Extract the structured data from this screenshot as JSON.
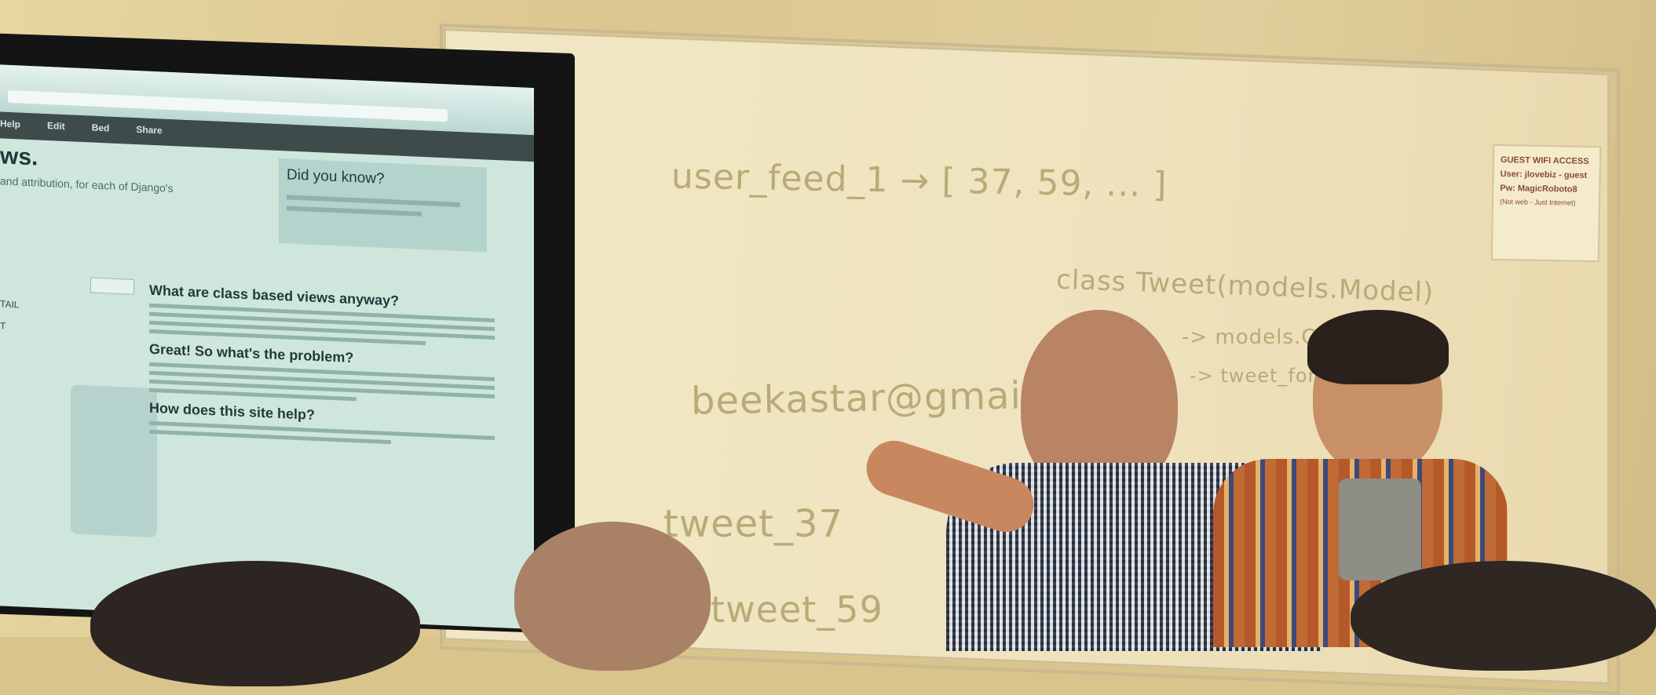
{
  "whiteboard": {
    "lines": [
      "user_feed_1 → [ 37, 59, ... ]",
      "class Tweet(models.Model)",
      "-> models.CharField(",
      "-> tweet_foreign",
      "beekastar@gmail",
      "tweet_37",
      "tweet_59"
    ],
    "sign": {
      "line1": "GUEST WIFI ACCESS",
      "line2": "User: jlovebiz - guest",
      "line3": "Pw: MagicRoboto8",
      "line4": "(Not web - Just Internet)"
    }
  },
  "monitor": {
    "browser": {
      "menu": [
        "Help",
        "Edit",
        "Bed",
        "Share"
      ]
    },
    "page": {
      "heading": "ws.",
      "subheading": "and attribution, for each of Django's",
      "did_you_know": "Did you know?",
      "section1": "What are class based views anyway?",
      "section2": "Great! So what's the problem?",
      "section3": "How does this site help?",
      "sidebar_items": [
        "TAIL",
        "T"
      ]
    }
  },
  "colors": {
    "marker": "#b9ab76",
    "screen": "#cfe6dd",
    "wall": "#dcc690"
  }
}
